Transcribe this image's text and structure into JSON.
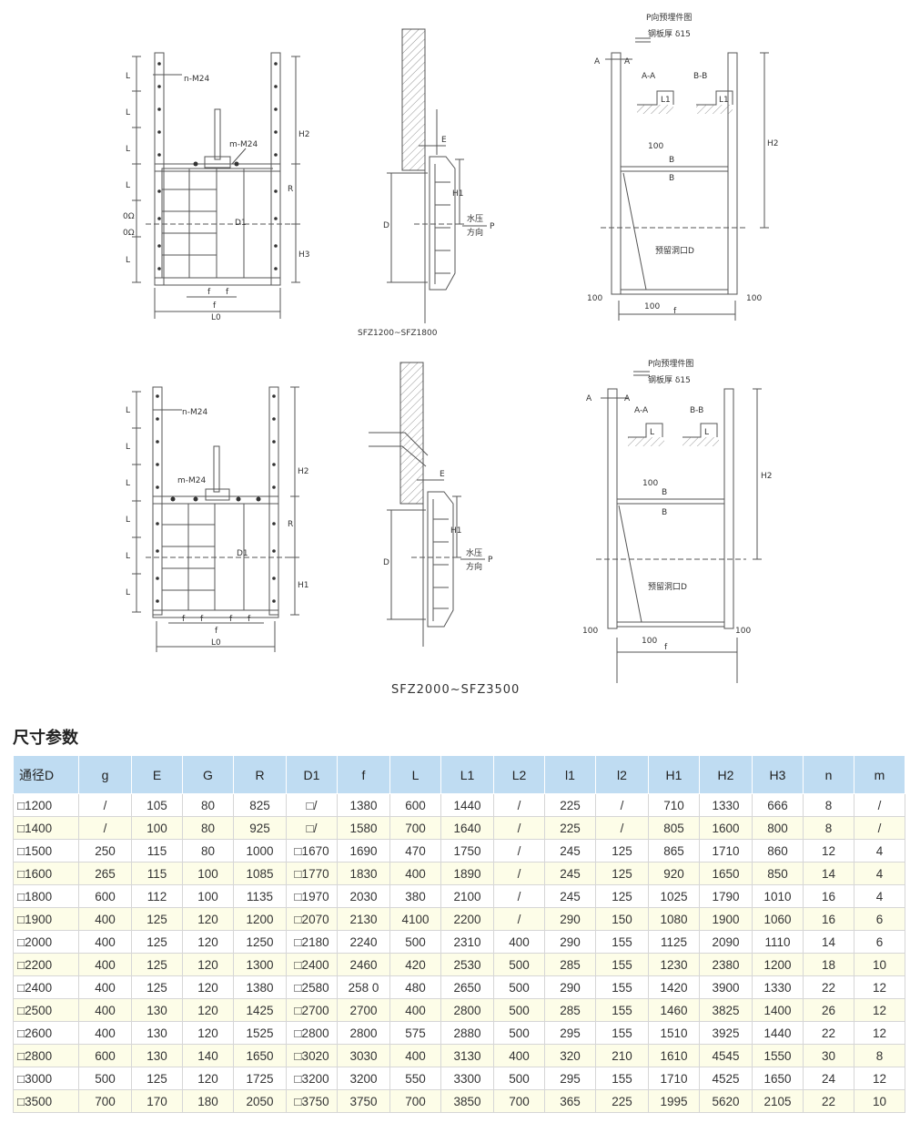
{
  "drawing": {
    "top": {
      "labels": {
        "n_bolt": "n-M24",
        "m_bolt": "m-M24",
        "L": "L",
        "Omega": "0Ω",
        "D1": "D1",
        "H2": "H2",
        "R": "R",
        "H3": "H3",
        "f": "f",
        "L0": "L0",
        "E": "E",
        "H1": "H1",
        "D": "D",
        "water1": "水压",
        "water2": "方向",
        "P": "P",
        "caption": "SFZ1200~SFZ1800",
        "p_title": "P向预埋件图",
        "p_sub": "钢板厚 δ15",
        "A": "A",
        "AA": "A-A",
        "BB": "B-B",
        "L1": "L1",
        "B": "B",
        "hundred": "100",
        "opening": "预留洞口D"
      }
    },
    "bottom": {
      "labels": {
        "n_bolt": "n-M24",
        "m_bolt": "m-M24",
        "L": "L",
        "D1": "D1",
        "H2": "H2",
        "R": "R",
        "H1": "H1",
        "f": "f",
        "L0": "L0",
        "E": "E",
        "D": "D",
        "water1": "水压",
        "water2": "方向",
        "P": "P",
        "p_title": "P向预埋件图",
        "p_sub": "钢板厚 δ15",
        "A": "A",
        "AA": "A-A",
        "BB": "B-B",
        "L1": "L",
        "B": "B",
        "hundred": "100",
        "opening": "预留洞口D"
      }
    }
  },
  "model_caption": "SFZ2000~SFZ3500",
  "section_title": "尺寸参数",
  "table": {
    "headers": [
      "通径D",
      "g",
      "E",
      "G",
      "R",
      "D1",
      "f",
      "L",
      "L1",
      "L2",
      "l1",
      "l2",
      "H1",
      "H2",
      "H3",
      "n",
      "m"
    ],
    "rows": [
      [
        "□1200",
        "/",
        "105",
        "80",
        "825",
        "□/",
        "1380",
        "600",
        "1440",
        "/",
        "225",
        "/",
        "710",
        "1330",
        "666",
        "8",
        "/"
      ],
      [
        "□1400",
        "/",
        "100",
        "80",
        "925",
        "□/",
        "1580",
        "700",
        "1640",
        "/",
        "225",
        "/",
        "805",
        "1600",
        "800",
        "8",
        "/"
      ],
      [
        "□1500",
        "250",
        "115",
        "80",
        "1000",
        "□1670",
        "1690",
        "470",
        "1750",
        "/",
        "245",
        "125",
        "865",
        "1710",
        "860",
        "12",
        "4"
      ],
      [
        "□1600",
        "265",
        "115",
        "100",
        "1085",
        "□1770",
        "1830",
        "400",
        "1890",
        "/",
        "245",
        "125",
        "920",
        "1650",
        "850",
        "14",
        "4"
      ],
      [
        "□1800",
        "600",
        "112",
        "100",
        "1135",
        "□1970",
        "2030",
        "380",
        "2100",
        "/",
        "245",
        "125",
        "1025",
        "1790",
        "1010",
        "16",
        "4"
      ],
      [
        "□1900",
        "400",
        "125",
        "120",
        "1200",
        "□2070",
        "2130",
        "4100",
        "2200",
        "/",
        "290",
        "150",
        "1080",
        "1900",
        "1060",
        "16",
        "6"
      ],
      [
        "□2000",
        "400",
        "125",
        "120",
        "1250",
        "□2180",
        "2240",
        "500",
        "2310",
        "400",
        "290",
        "155",
        "1125",
        "2090",
        "1110",
        "14",
        "6"
      ],
      [
        "□2200",
        "400",
        "125",
        "120",
        "1300",
        "□2400",
        "2460",
        "420",
        "2530",
        "500",
        "285",
        "155",
        "1230",
        "2380",
        "1200",
        "18",
        "10"
      ],
      [
        "□2400",
        "400",
        "125",
        "120",
        "1380",
        "□2580",
        "258 0",
        "480",
        "2650",
        "500",
        "290",
        "155",
        "1420",
        "3900",
        "1330",
        "22",
        "12"
      ],
      [
        "□2500",
        "400",
        "130",
        "120",
        "1425",
        "□2700",
        "2700",
        "400",
        "2800",
        "500",
        "285",
        "155",
        "1460",
        "3825",
        "1400",
        "26",
        "12"
      ],
      [
        "□2600",
        "400",
        "130",
        "120",
        "1525",
        "□2800",
        "2800",
        "575",
        "2880",
        "500",
        "295",
        "155",
        "1510",
        "3925",
        "1440",
        "22",
        "12"
      ],
      [
        "□2800",
        "600",
        "130",
        "140",
        "1650",
        "□3020",
        "3030",
        "400",
        "3130",
        "400",
        "320",
        "210",
        "1610",
        "4545",
        "1550",
        "30",
        "8"
      ],
      [
        "□3000",
        "500",
        "125",
        "120",
        "1725",
        "□3200",
        "3200",
        "550",
        "3300",
        "500",
        "295",
        "155",
        "1710",
        "4525",
        "1650",
        "24",
        "12"
      ],
      [
        "□3500",
        "700",
        "170",
        "180",
        "2050",
        "□3750",
        "3750",
        "700",
        "3850",
        "700",
        "365",
        "225",
        "1995",
        "5620",
        "2105",
        "22",
        "10"
      ]
    ]
  }
}
